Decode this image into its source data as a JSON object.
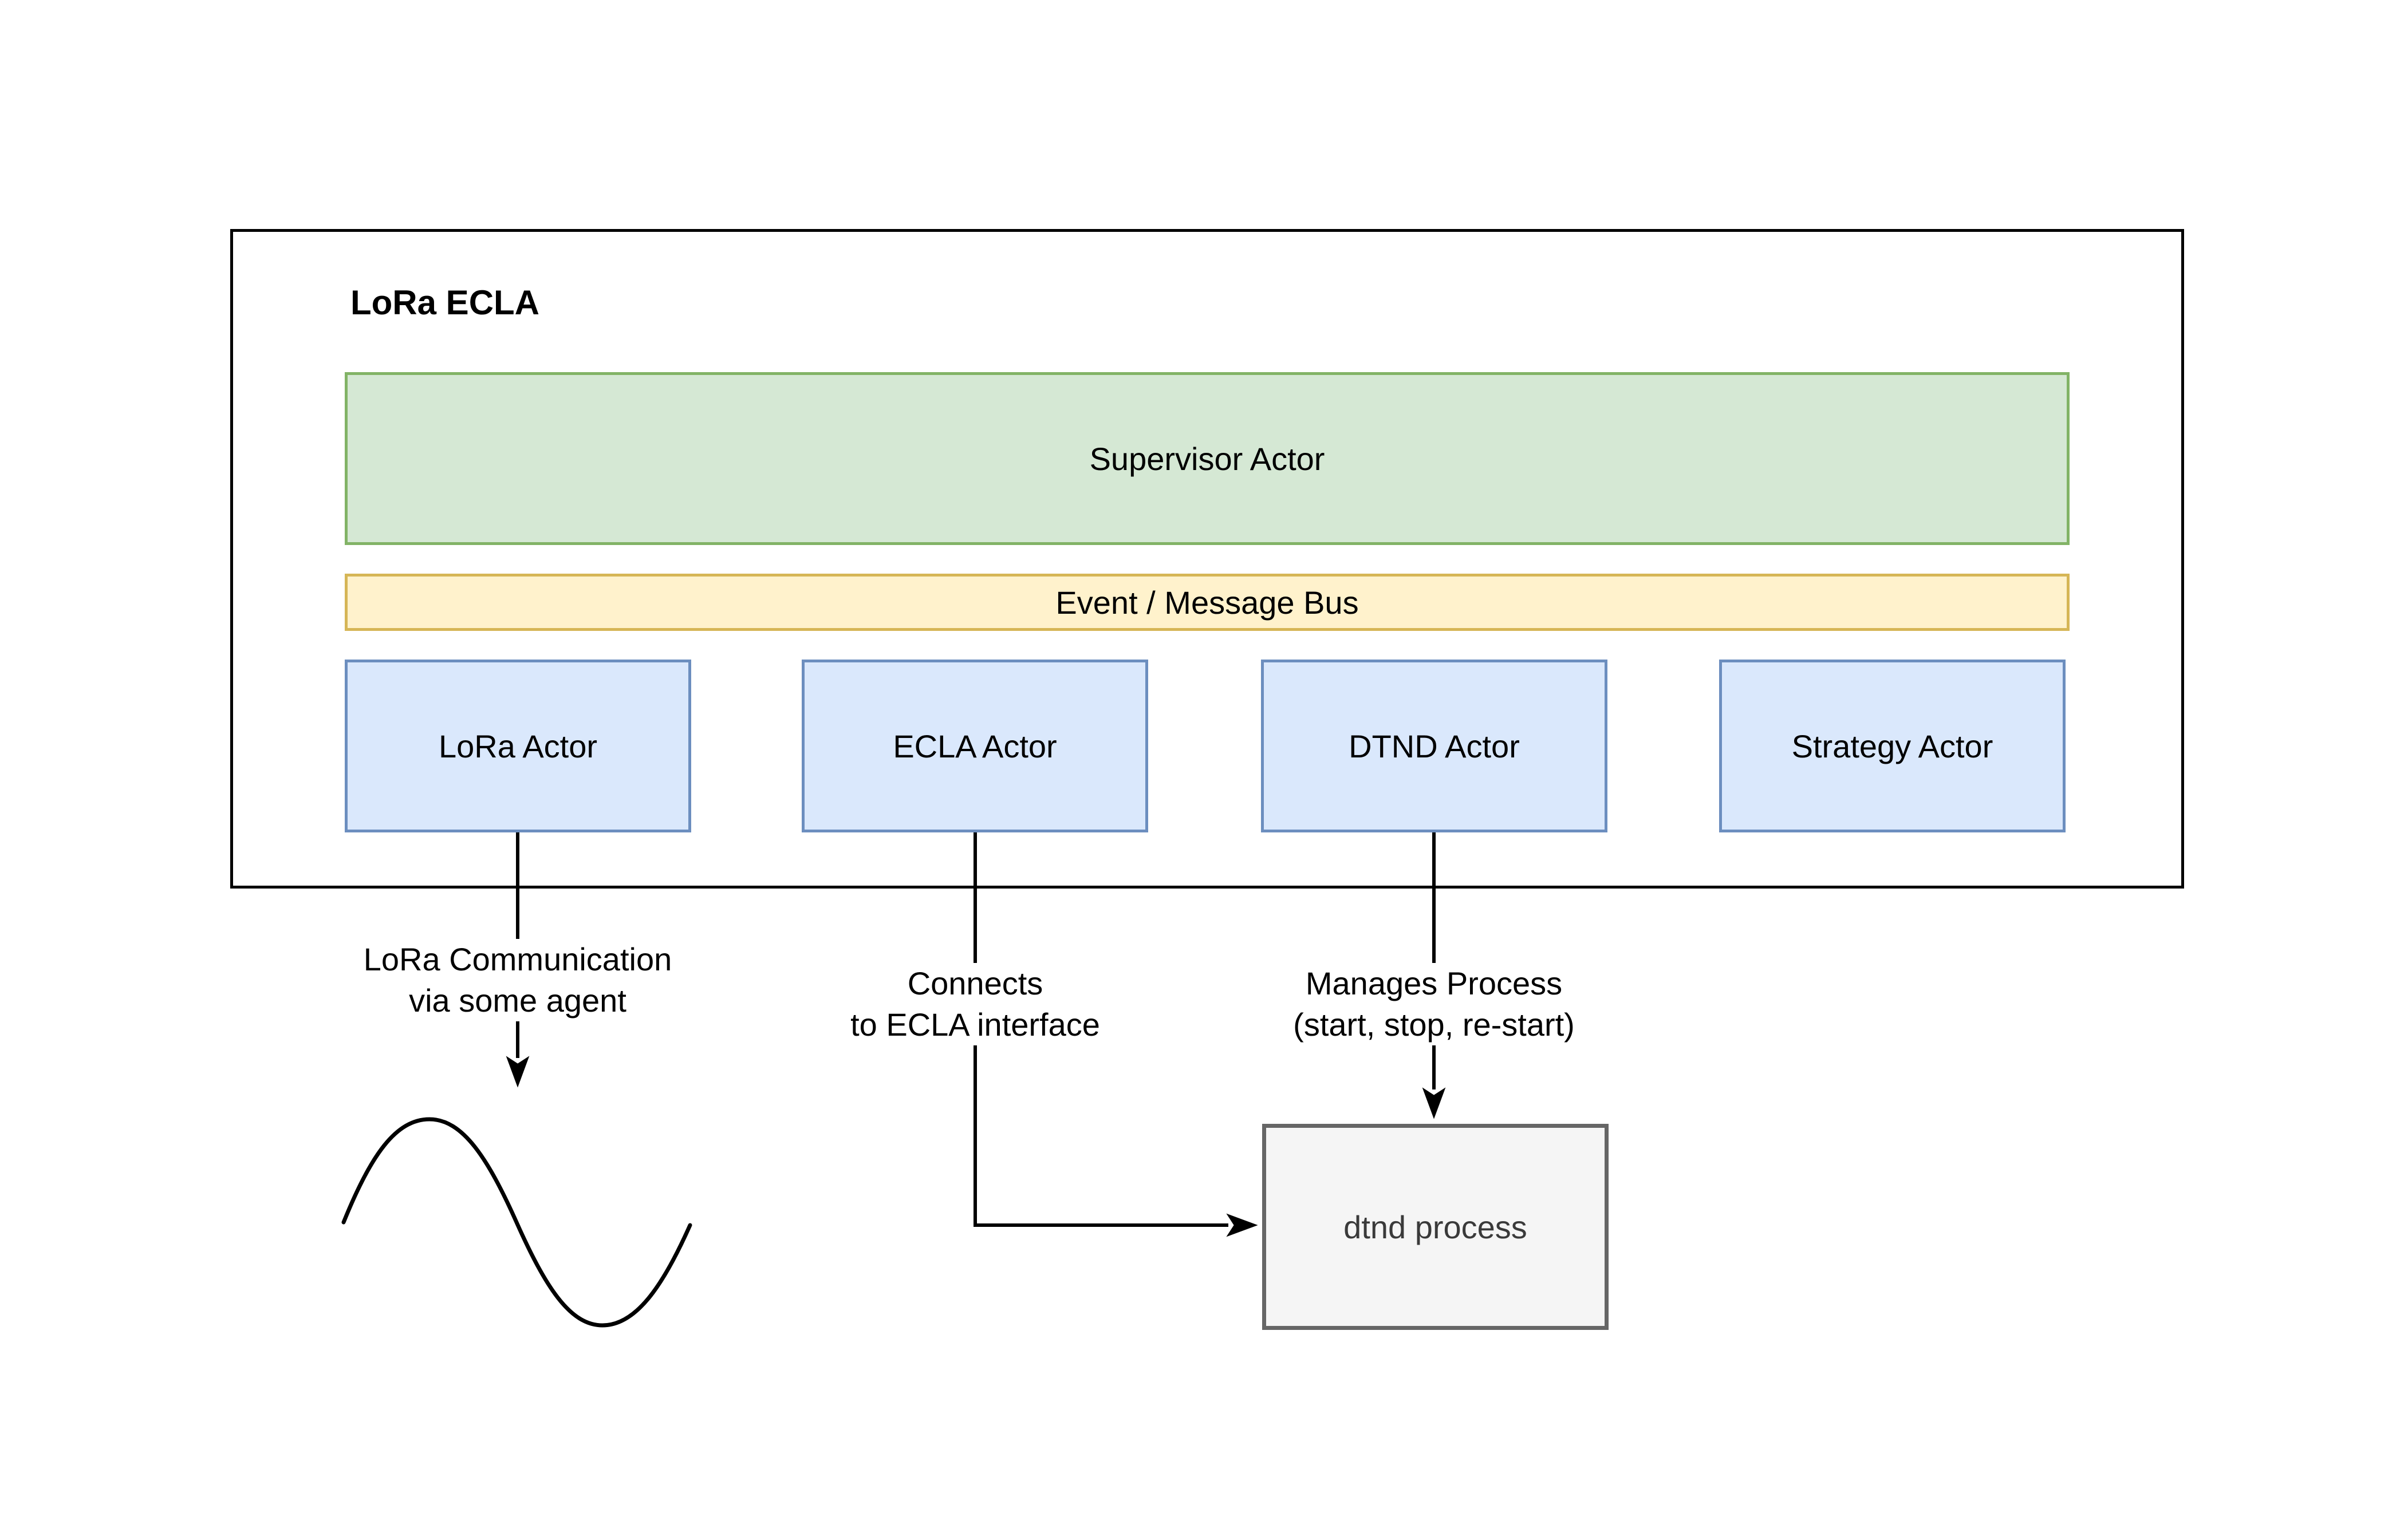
{
  "diagram": {
    "container_title": "LoRa ECLA",
    "supervisor_label": "Supervisor Actor",
    "bus_label": "Event / Message Bus",
    "actors": [
      {
        "label": "LoRa Actor"
      },
      {
        "label": "ECLA Actor"
      },
      {
        "label": "DTND Actor"
      },
      {
        "label": "Strategy Actor"
      }
    ],
    "process_label": "dtnd process",
    "edge_labels": {
      "lora": {
        "line1": "LoRa Communication",
        "line2": "via some agent"
      },
      "ecla": {
        "line1": "Connects",
        "line2": "to ECLA interface"
      },
      "dtnd": {
        "line1": "Manages Process",
        "line2": "(start, stop, re-start)"
      }
    },
    "colors": {
      "background": "#ffffff",
      "outer_border": "#000000",
      "supervisor_fill": "#d5e8d4",
      "supervisor_border": "#82b366",
      "bus_fill": "#fff2cc",
      "bus_border": "#d6b656",
      "actor_fill": "#dae8fc",
      "actor_border": "#6c8ebf",
      "process_fill": "#f5f5f5",
      "process_border": "#666666",
      "process_text": "#3a3a3a",
      "connector": "#000000"
    }
  }
}
